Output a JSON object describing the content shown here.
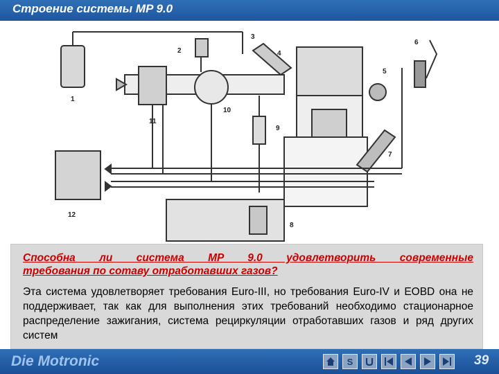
{
  "header": {
    "title": "Строение системы MP 9.0"
  },
  "diagram": {
    "labels": [
      "1",
      "2",
      "3",
      "4",
      "5",
      "6",
      "7",
      "8",
      "9",
      "10",
      "11",
      "12"
    ]
  },
  "infobox": {
    "question_line1": "Способна ли система MP 9.0 удовлетворить современные",
    "question_line2": "требования по сотаву отработавших газов?",
    "answer": "Эта система удовлетворяет требования Euro-III, но требования Euro-IV и EOBD она не поддерживает, так как для выполнения этих требований необходимо стационарное распределение зажигания, система рециркуляции отработавших газов и ряд других систем"
  },
  "footer": {
    "brand": "Die Motronic",
    "page_number": "39",
    "nav": {
      "home_icon": "home-icon",
      "search_letter": "S",
      "return_icon": "return-icon",
      "first_icon": "first-page-icon",
      "prev_icon": "previous-icon",
      "next_icon": "next-icon",
      "last_icon": "last-page-icon"
    }
  }
}
